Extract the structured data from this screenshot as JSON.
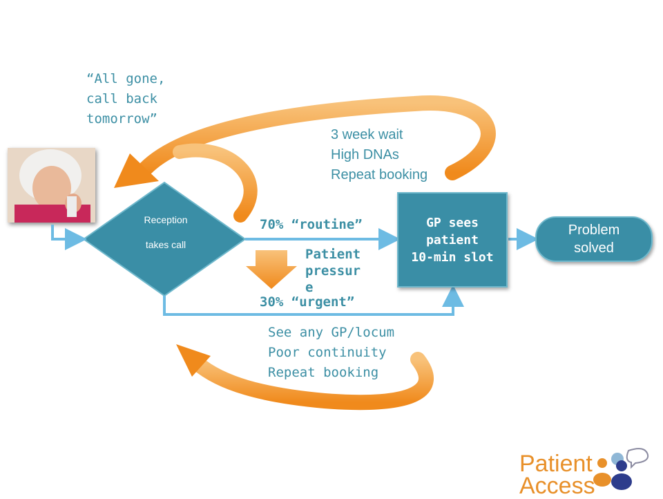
{
  "nodes": {
    "reception": {
      "line1": "Reception",
      "line2": "takes call"
    },
    "gp_box": {
      "line1": "GP sees",
      "line2": "patient",
      "line3": "10-min slot"
    },
    "solved": {
      "line1": "Problem",
      "line2": "solved"
    }
  },
  "labels": {
    "all_gone": [
      "“All gone,",
      "call back",
      "tomorrow”"
    ],
    "wait_notes": [
      "3 week wait",
      "High DNAs",
      "Repeat booking"
    ],
    "routine": "70% “routine”",
    "urgent": "30% “urgent”",
    "pressure": [
      "Patient",
      "pressur",
      "e"
    ],
    "urgent_notes": [
      "See any GP/locum",
      "Poor continuity",
      "Repeat booking"
    ]
  },
  "logo": {
    "line1": "Patient",
    "line2": "Access"
  },
  "colors": {
    "teal": "#3a8ea6",
    "teal_text": "#3c8fa4",
    "flow_line": "#6dbbe3",
    "orange": "#f39a2e",
    "orange_light": "#f8c27a"
  }
}
